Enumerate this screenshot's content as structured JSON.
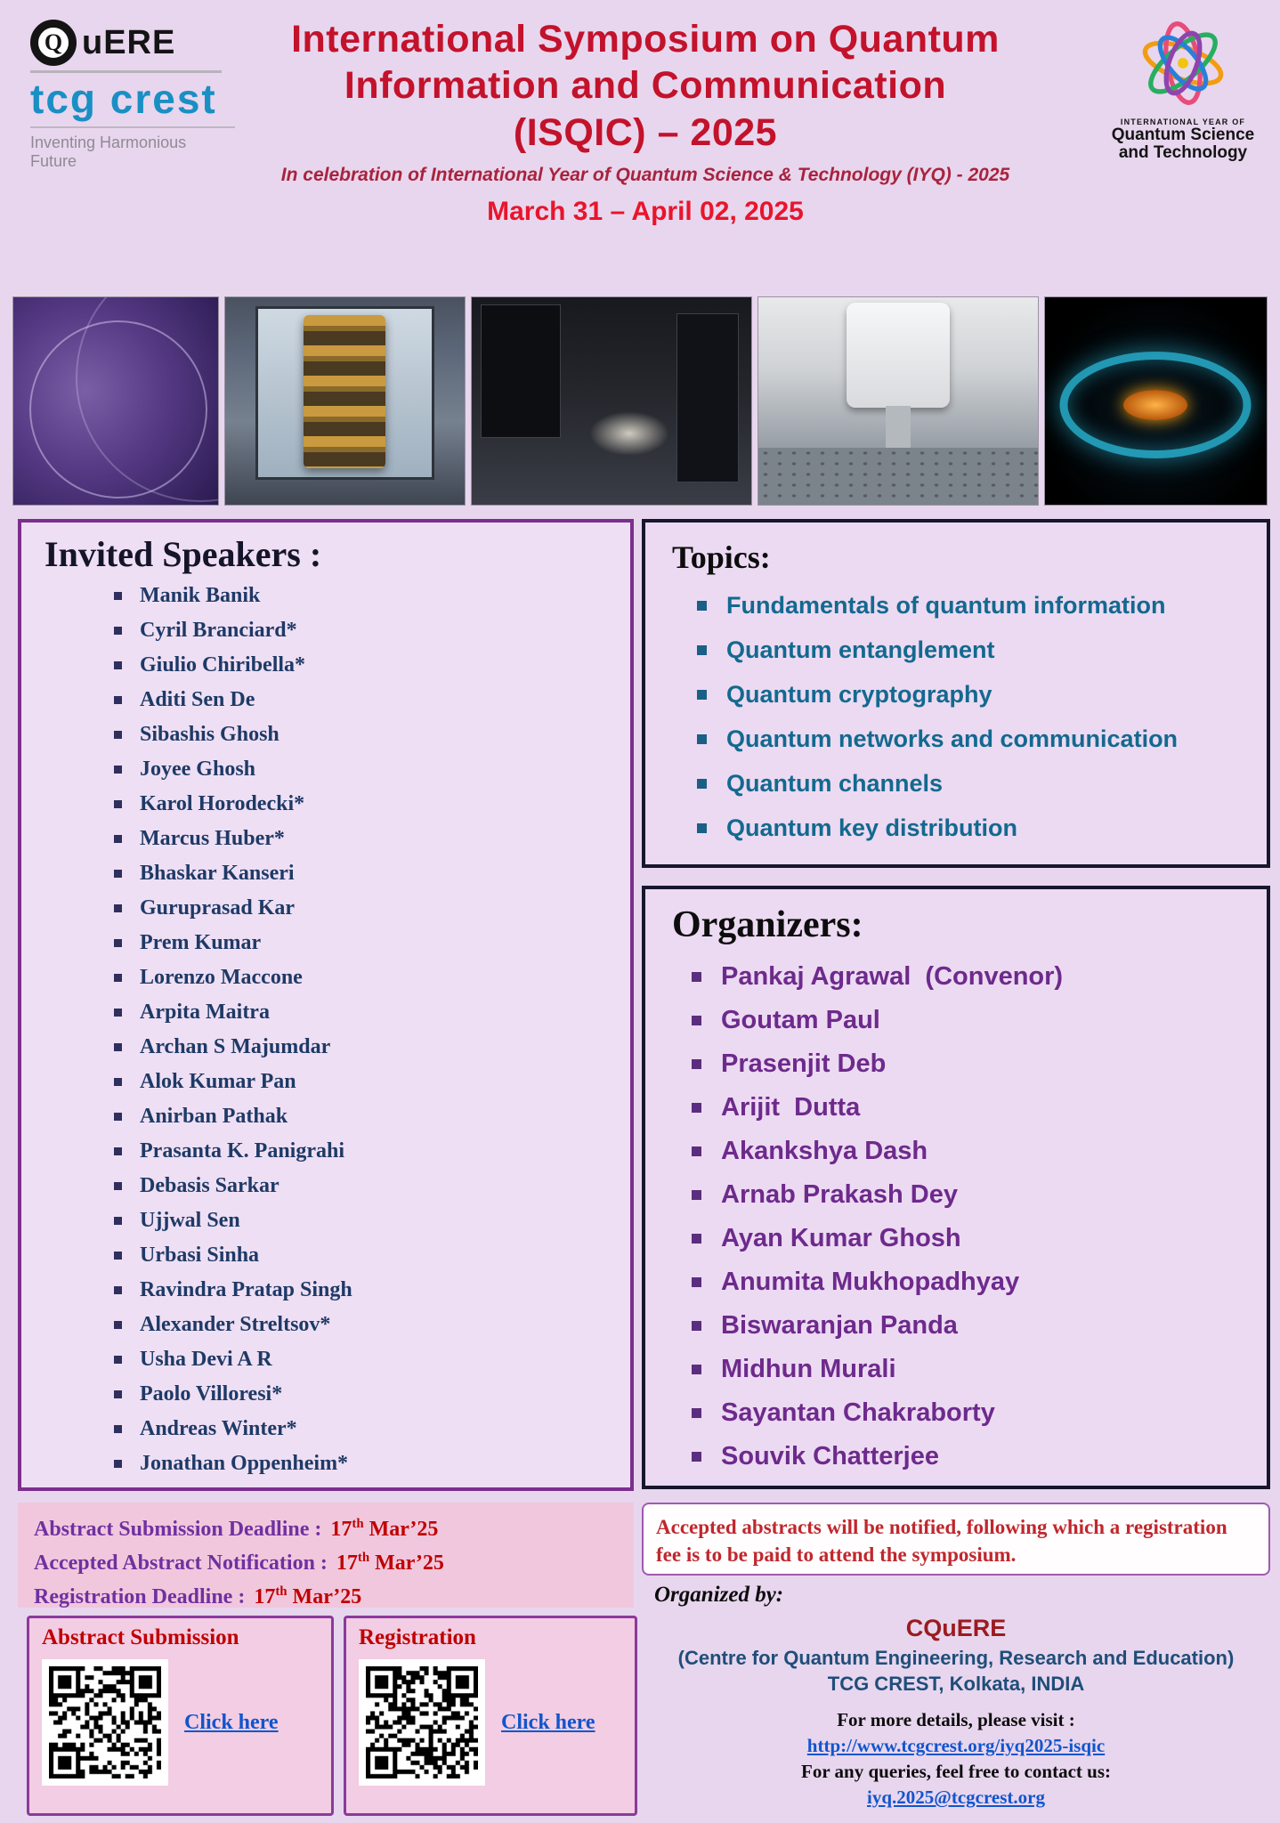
{
  "header": {
    "logo": {
      "q_letter": "Q",
      "cquere_rest": "uERE",
      "tcg_text": "tcg crest",
      "tagline": "Inventing Harmonious Future"
    },
    "title_line1": "International Symposium on Quantum",
    "title_line2": "Information and Communication",
    "title_line3": "(ISQIC) – 2025",
    "subtitle": "In celebration of International Year of Quantum Science & Technology (IYQ) - 2025",
    "dates": "March 31 – April 02, 2025",
    "iyq": {
      "line1": "INTERNATIONAL YEAR OF",
      "line2": "Quantum Science",
      "line3": "and Technology"
    }
  },
  "speakers": {
    "title": "Invited Speakers :",
    "items": [
      "Manik Banik",
      "Cyril Branciard*",
      "Giulio Chiribella*",
      "Aditi Sen De",
      "Sibashis Ghosh",
      "Joyee Ghosh",
      "Karol Horodecki*",
      "Marcus Huber*",
      "Bhaskar Kanseri",
      "Guruprasad Kar",
      "Prem Kumar",
      "Lorenzo Maccone",
      "Arpita Maitra",
      "Archan S Majumdar",
      "Alok Kumar Pan",
      "Anirban Pathak",
      "Prasanta K. Panigrahi",
      "Debasis Sarkar",
      "Ujjwal Sen",
      "Urbasi Sinha",
      "Ravindra Pratap Singh",
      "Alexander Streltsov*",
      "Usha Devi A R",
      "Paolo Villoresi*",
      "Andreas Winter*",
      "Jonathan Oppenheim*"
    ]
  },
  "topics": {
    "title": "Topics:",
    "items": [
      "Fundamentals of quantum information",
      "Quantum entanglement",
      "Quantum cryptography",
      "Quantum networks and communication",
      "Quantum channels",
      "Quantum key distribution"
    ]
  },
  "organizers": {
    "title": "Organizers:",
    "items": [
      "Pankaj Agrawal  (Convenor)",
      "Goutam Paul",
      "Prasenjit Deb",
      "Arijit  Dutta",
      "Akankshya Dash",
      "Arnab Prakash Dey",
      "Ayan Kumar Ghosh",
      "Anumita Mukhopadhyay",
      "Biswaranjan Panda",
      "Midhun Murali",
      "Sayantan Chakraborty",
      "Souvik Chatterjee"
    ]
  },
  "deadlines": [
    {
      "label": "Abstract Submission Deadline :",
      "day": "17",
      "ordinal": "th",
      "rest": " Mar’25"
    },
    {
      "label": "Accepted Abstract Notification  :",
      "day": "17",
      "ordinal": "th",
      "rest": " Mar’25"
    },
    {
      "label": "Registration Deadline :",
      "day": "17",
      "ordinal": "th",
      "rest": " Mar’25"
    }
  ],
  "notice": "Accepted abstracts will be notified, following which a registration fee is to be paid to attend the symposium.",
  "qr_section": {
    "abstract_title": "Abstract Submission",
    "registration_title": "Registration",
    "click_here": "Click here"
  },
  "footer": {
    "organized_by_label": "Organized by:",
    "org_name": "CQuERE",
    "org_desc": "(Centre for Quantum Engineering, Research and Education) TCG CREST, Kolkata,  INDIA",
    "details_label": "For more details, please visit :",
    "details_url": "http://www.tcgcrest.org/iyq2025-isqic",
    "queries_label": "For any queries, feel free to contact us:",
    "email": "iyq.2025@tcgcrest.org"
  },
  "colors": {
    "title_red": "#c3122b",
    "date_red": "#e8152b",
    "speaker_navy": "#1e3a66",
    "topic_teal": "#13698f",
    "organizer_purple": "#6d2a8c",
    "deadline_purple": "#7030a0",
    "deadline_red": "#c00000",
    "link_blue": "#1155cc",
    "panel_border_purple": "#7c2e8e",
    "page_background": "#e8d6ee"
  }
}
